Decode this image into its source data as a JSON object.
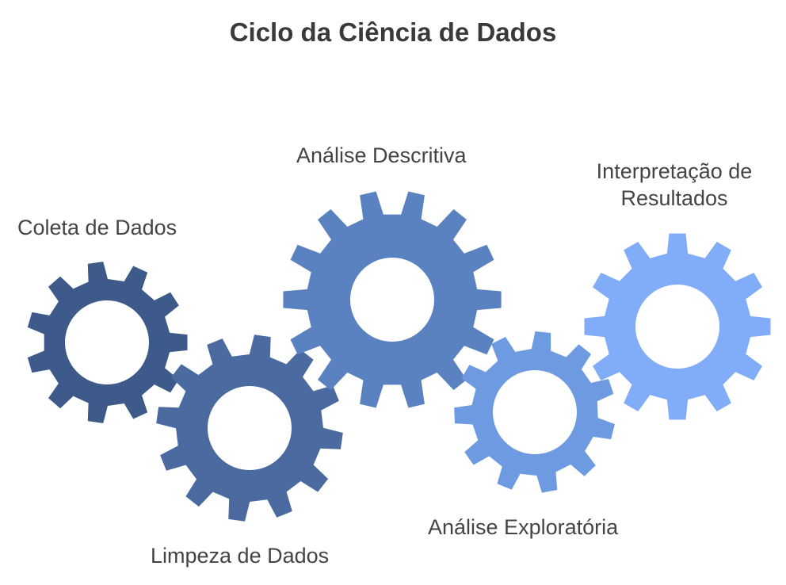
{
  "title": "Ciclo da Ciência de Dados",
  "stages": [
    {
      "label": "Coleta de Dados",
      "color": "#3d5a8a"
    },
    {
      "label": "Limpeza de Dados",
      "color": "#4a6aa0"
    },
    {
      "label": "Análise Descritiva",
      "color": "#5b82c0"
    },
    {
      "label": "Análise Exploratória",
      "color": "#6d9ae0"
    },
    {
      "label": "Interpretação de Resultados",
      "color": "#80acf8"
    }
  ]
}
